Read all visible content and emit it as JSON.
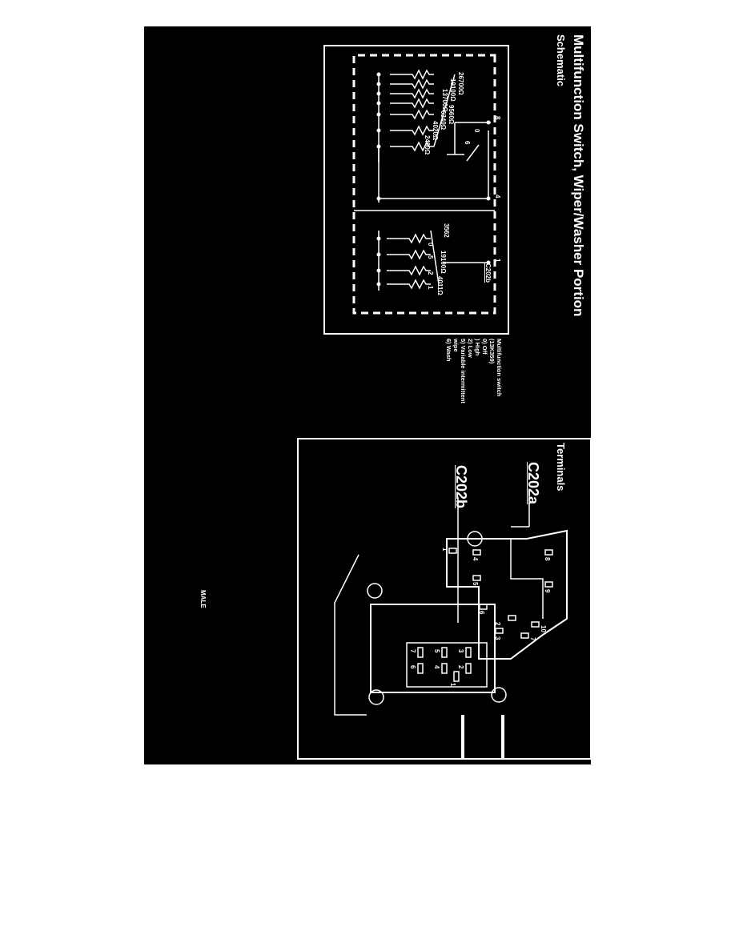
{
  "title": "Multifunction Switch, Wiper/Washer Portion",
  "schematic": {
    "heading": "Schematic",
    "connector": "C202b",
    "pins": {
      "p8": "8",
      "p4": "4",
      "p1": "1"
    },
    "left_switch": {
      "positions": {
        "off": "0",
        "six": "6"
      },
      "resistors": [
        "26700Ω",
        "19100Ω",
        "13700Ω",
        "9560Ω",
        "6340Ω",
        "4020Ω",
        "2490Ω"
      ]
    },
    "right_switch": {
      "value_low": "3562",
      "resistors": [
        "19100Ω",
        "4011Ω"
      ],
      "positions": {
        "p0": "0",
        "p5": "5",
        "p2": "2",
        "p1": "1"
      }
    }
  },
  "legend": {
    "title": "Multifunction switch",
    "subtitle": "(13K359)",
    "items": [
      {
        "key": "0)",
        "label": "Off"
      },
      {
        "key": ")",
        "label": "High"
      },
      {
        "key": "2)",
        "label": "Low"
      },
      {
        "key": "5)",
        "label": "Variable intermittent"
      },
      {
        "key": "",
        "label": "wipe"
      },
      {
        "key": "6)",
        "label": "Wash"
      }
    ]
  },
  "terminals": {
    "heading": "Terminals",
    "c202a": "C202a",
    "c202b": "C202b",
    "male": "MALE",
    "a_pins": [
      "1",
      "4",
      "5",
      "6",
      "8",
      "9",
      "10",
      "7",
      "2",
      "3"
    ],
    "b_pins": [
      "7",
      "6",
      "5",
      "3",
      "4",
      "2",
      "1"
    ]
  }
}
